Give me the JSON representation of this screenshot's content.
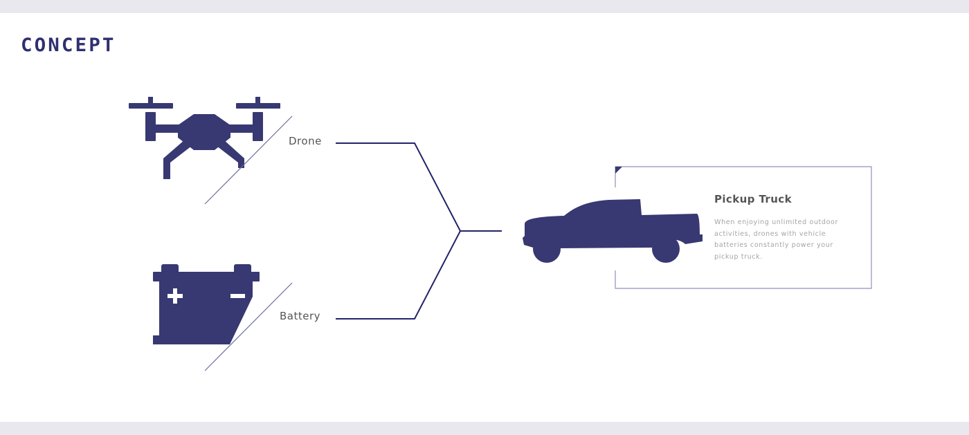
{
  "header": {
    "title": "CONCEPT"
  },
  "colors": {
    "primary": "#383872",
    "line": "#22226a",
    "frame": "#8f8fc0",
    "label": "#555555",
    "body_text": "#a5a5a5",
    "band": "#e9e8ee"
  },
  "inputs": [
    {
      "label": "Drone",
      "icon": "drone-icon"
    },
    {
      "label": "Battery",
      "icon": "battery-icon"
    }
  ],
  "output": {
    "icon": "pickup-truck-icon",
    "title": "Pickup Truck",
    "description": "When enjoying unlimited outdoor activities, drones with vehicle batteries constantly power your pickup truck."
  }
}
